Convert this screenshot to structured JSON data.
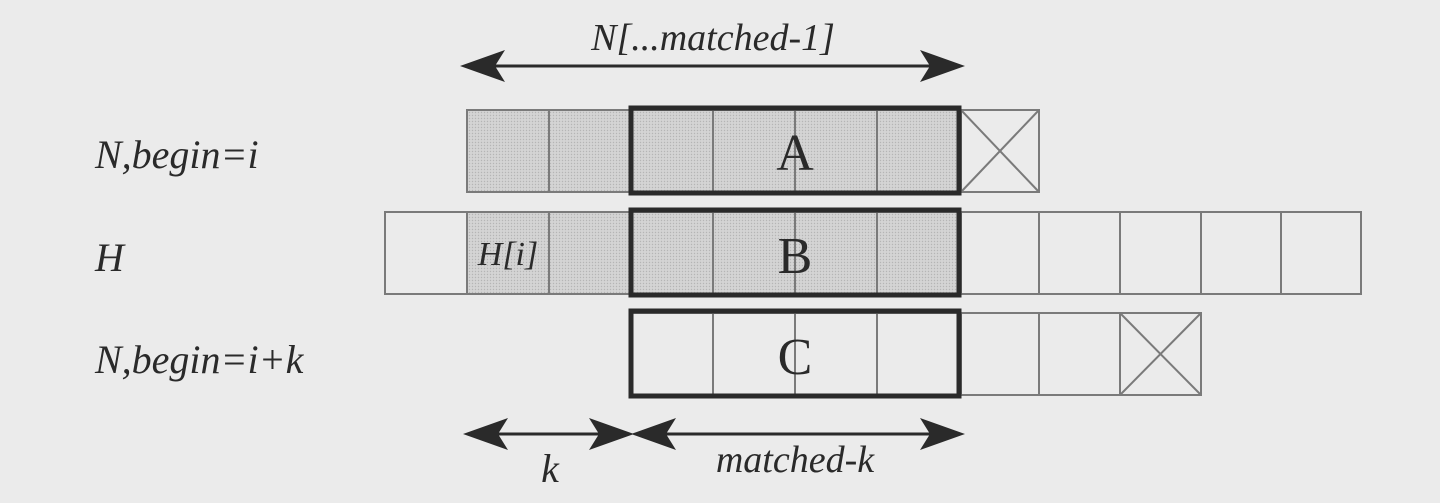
{
  "labels": {
    "top_span": "N[...matched-1]",
    "row_n1": "N,begin=i",
    "row_h": "H",
    "row_n2": "N,begin=i+k",
    "cell_h_i": "H[i]",
    "box_a": "A",
    "box_b": "B",
    "box_c": "C",
    "span_k": "k",
    "span_matched_k": "matched-k"
  },
  "colors": {
    "background": "#ebebeb",
    "shaded_cell": "#cfcfcf",
    "ink": "#2a2a2a",
    "cell_border": "#7a7a7a"
  }
}
